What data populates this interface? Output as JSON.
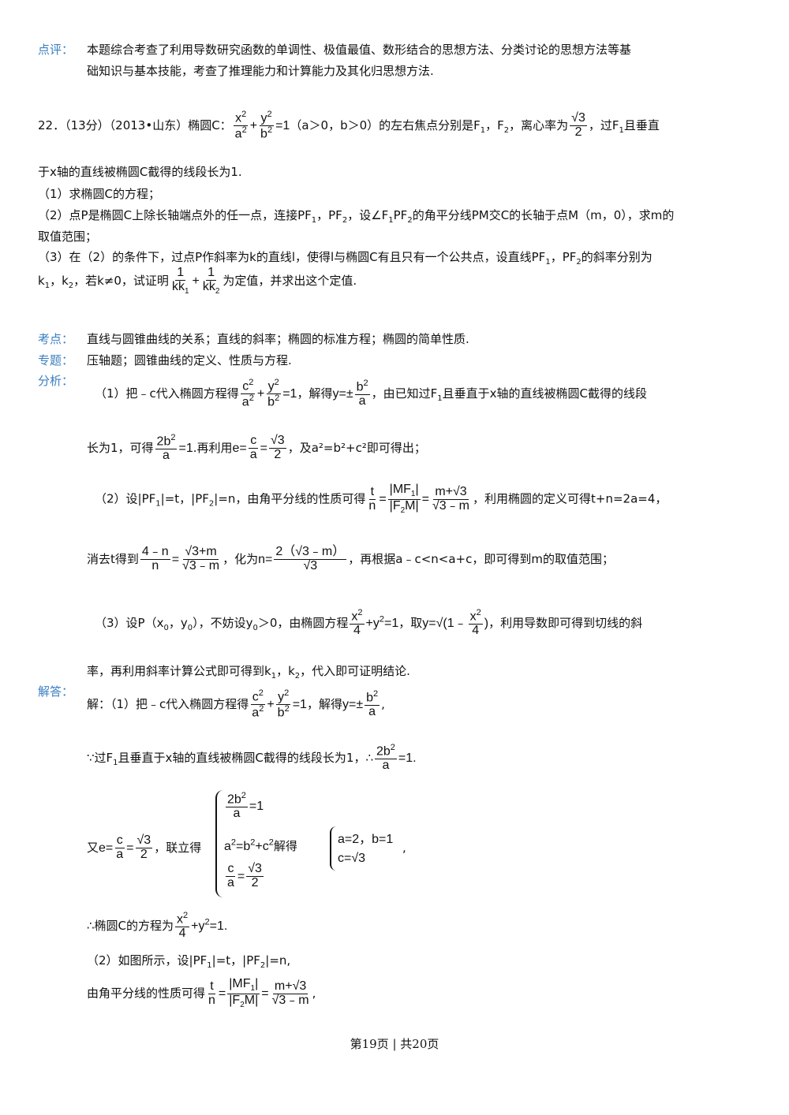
{
  "comment": {
    "label": "点评：",
    "l1": "本题综合考查了利用导数研究函数的单调性、极值最值、数形结合的思想方法、分类讨论的思想方法等基",
    "l2": "础知识与基本技能，考查了推理能力和计算能力及其化归思想方法."
  },
  "problem": {
    "head": "22．（13分）（2013•山东）椭圆C：",
    "cond": "（a＞0，b＞0）的左右焦点分别是F",
    "mid": "，离心率为",
    "tail": "，过F",
    "tail2": "且垂直",
    "l2": "于x轴的直线被椭圆C截得的线段长为1.",
    "q1": "（1）求椭圆C的方程；",
    "q2a": "（2）点P是椭圆C上除长轴端点外的任一点，连接PF",
    "q2b": "，设∠F",
    "q2c": "的角平分线PM交C的长轴于点M（m，0），求m的",
    "q2d": "取值范围；",
    "q3a": "（3）在（2）的条件下，过点P作斜率为k的直线l，使得l与椭圆C有且只有一个公共点，设直线PF",
    "q3b": "的斜率分别为",
    "q3c": "，若k≠0，试证明",
    "q3d": "为定值，并求出这个定值."
  },
  "kaodian": {
    "label": "考点：",
    "text": "直线与圆锥曲线的关系；直线的斜率；椭圆的标准方程；椭圆的简单性质."
  },
  "zhuanti": {
    "label": "专题：",
    "text": "压轴题；圆锥曲线的定义、性质与方程."
  },
  "fenxi": {
    "label": "分析：",
    "a1": "（1）把﹣c代入椭圆方程得",
    "a2": "，解得",
    "a3": "，由已知过F",
    "a4": "且垂直于x轴的直线被椭圆C截得的线段",
    "b1": "长为1，可得",
    "b2": ".再利用",
    "b3": "，及a²=b²+c²即可得出；",
    "c1": "（2）设|PF",
    "c2": "|=t，|PF",
    "c3": "|=n，由角平分线的性质可得",
    "c4": "，利用椭圆的定义可得t+n=2a=4，",
    "d1": "消去t得到",
    "d2": "，化为",
    "d3": "，再根据a﹣c<n<a+c，即可得到m的取值范围；",
    "e1": "（3）设P（x",
    "e2": "），不妨设y",
    "e3": "＞0，由椭圆方程",
    "e4": "，取",
    "e5": "，利用导数即可得到切线的斜",
    "f1": "率，再利用斜率计算公式即可得到k",
    "f2": "，代入即可证明结论."
  },
  "jieda": {
    "label": "解答：",
    "a1": "解：（1）把﹣c代入椭圆方程得",
    "a2": "，解得",
    "b1": "∵过F",
    "b2": "且垂直于x轴的直线被椭圆C截得的线段长为1，∴",
    "c1": "又",
    "c2": "，联立得",
    "c3": "解得",
    "c4": "a=2，b=1",
    "c5": "c=",
    "d1": "∴椭圆C的方程为",
    "e1": "（2）如图所示，设|PF",
    "e2": "|=t，|PF",
    "e3": "|=n,",
    "f1": "由角平分线的性质可得"
  },
  "footer": {
    "text": "第19页 | 共20页"
  }
}
